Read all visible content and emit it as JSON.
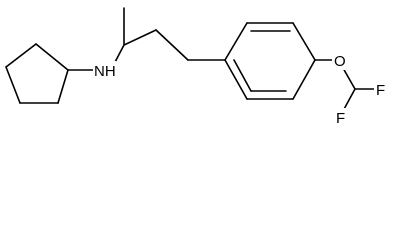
{
  "molecule": {
    "atoms": {
      "amine": "NH",
      "ether_oxygen": "O",
      "fluorine_top": "F",
      "fluorine_bottom": "F"
    }
  }
}
